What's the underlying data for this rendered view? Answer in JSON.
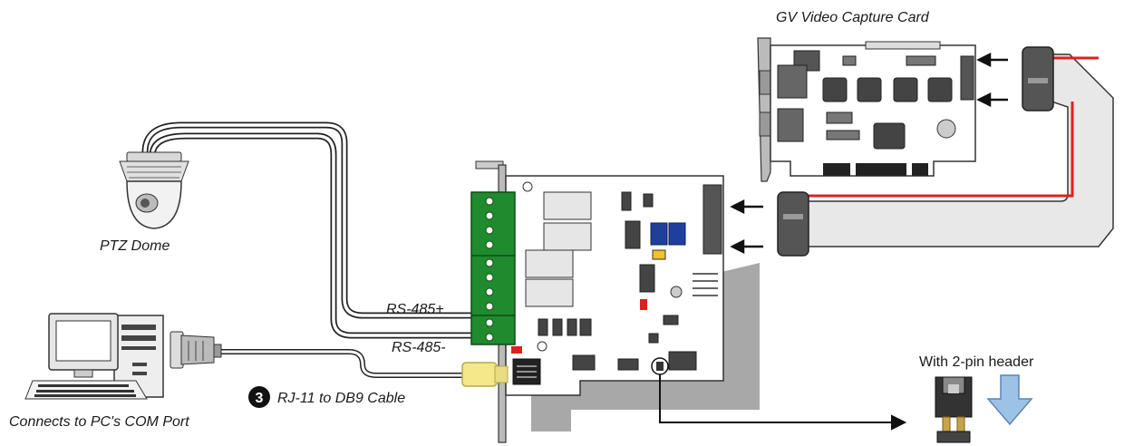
{
  "labels": {
    "video_capture_card": "GV Video Capture Card",
    "ptz_dome": "PTZ Dome",
    "rs485_plus": "RS-485+",
    "rs485_minus": "RS-485-",
    "step_number": "3",
    "rj11_cable": "RJ-11 to DB9 Cable",
    "pc_com_port": "Connects to PC's COM Port",
    "two_pin_header": "With 2-pin header"
  },
  "colors": {
    "terminal_green": "#1f8a2e",
    "ribbon_red": "#e02020",
    "dip_switch_blue": "#1f3f9c",
    "rj11_plug_yellow": "#f3e98a",
    "arrow_blue": "#9cc3e6"
  },
  "icons": {
    "ptz_camera": "ptz-dome-camera-icon",
    "computer": "desktop-computer-icon",
    "db9": "db9-connector-icon",
    "down_arrow": "down-arrow-icon"
  }
}
